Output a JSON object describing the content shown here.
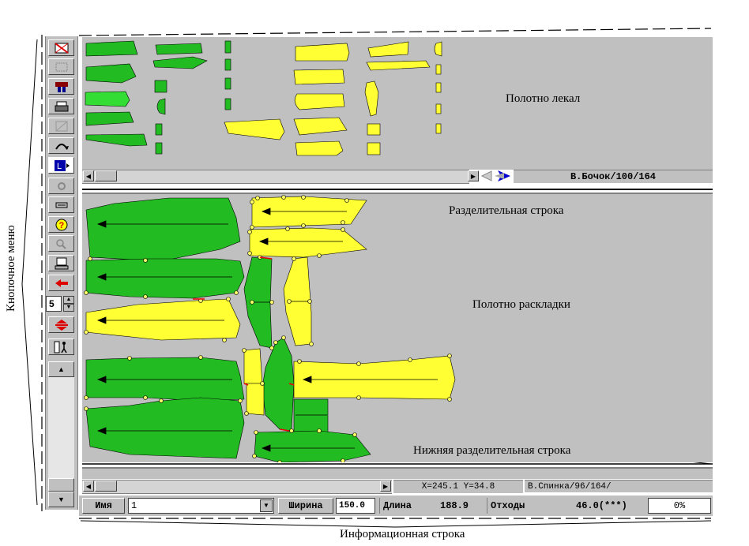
{
  "annotations": {
    "canvas_patterns": "Полотно лекал",
    "separator_row": "Разделительная строка",
    "canvas_layout": "Полотно раскладки",
    "bottom_separator_row": "Нижняя разделительная строка",
    "button_menu": "Кнопочное меню",
    "info_row": "Информационная строка"
  },
  "top_panel": {
    "status": "В.Бочок/100/164"
  },
  "mid_panel": {
    "coords": "X=245.1 Y=34.8",
    "status": "В.Спинка/96/164/"
  },
  "toolbar": {
    "spin_value": "5"
  },
  "info": {
    "name_button": "Имя",
    "name_value": "1",
    "width_button": "Ширина",
    "width_value": "150.0",
    "length_label": "Длина",
    "length_value": "188.9",
    "waste_label": "Отходы",
    "waste_value": "46.0(***)",
    "percent_value": "0%"
  },
  "colors": {
    "panel": "#c0c0c0",
    "green": "#22bb22",
    "yellow": "#ffff33"
  }
}
